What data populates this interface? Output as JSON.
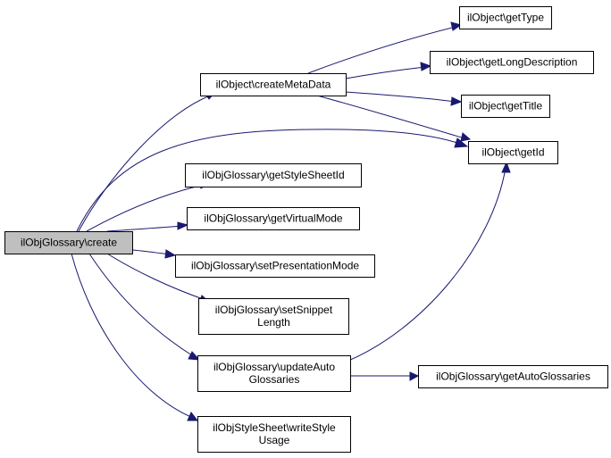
{
  "diagram": {
    "nodes": [
      {
        "id": "root",
        "lines": [
          "ilObjGlossary\\create"
        ],
        "root": true
      },
      {
        "id": "createMetaData",
        "lines": [
          "ilObject\\createMetaData"
        ]
      },
      {
        "id": "getType",
        "lines": [
          "ilObject\\getType"
        ]
      },
      {
        "id": "getLongDescription",
        "lines": [
          "ilObject\\getLongDescription"
        ]
      },
      {
        "id": "getTitle",
        "lines": [
          "ilObject\\getTitle"
        ]
      },
      {
        "id": "getId",
        "lines": [
          "ilObject\\getId"
        ]
      },
      {
        "id": "getStyleSheetId",
        "lines": [
          "ilObjGlossary\\getStyleSheetId"
        ]
      },
      {
        "id": "getVirtualMode",
        "lines": [
          "ilObjGlossary\\getVirtualMode"
        ]
      },
      {
        "id": "setPresentationMode",
        "lines": [
          "ilObjGlossary\\setPresentationMode"
        ]
      },
      {
        "id": "setSnippetLength",
        "lines": [
          "ilObjGlossary\\setSnippet",
          "Length"
        ]
      },
      {
        "id": "updateAutoGlossaries",
        "lines": [
          "ilObjGlossary\\updateAuto",
          "Glossaries"
        ]
      },
      {
        "id": "getAutoGlossaries",
        "lines": [
          "ilObjGlossary\\getAutoGlossaries"
        ]
      },
      {
        "id": "writeStyleUsage",
        "lines": [
          "ilObjStyleSheet\\writeStyle",
          "Usage"
        ]
      }
    ],
    "edges": [
      {
        "from": "root",
        "to": "createMetaData"
      },
      {
        "from": "root",
        "to": "getId"
      },
      {
        "from": "root",
        "to": "getStyleSheetId"
      },
      {
        "from": "root",
        "to": "getVirtualMode"
      },
      {
        "from": "root",
        "to": "setPresentationMode"
      },
      {
        "from": "root",
        "to": "setSnippetLength"
      },
      {
        "from": "root",
        "to": "updateAutoGlossaries"
      },
      {
        "from": "root",
        "to": "writeStyleUsage"
      },
      {
        "from": "createMetaData",
        "to": "getType"
      },
      {
        "from": "createMetaData",
        "to": "getLongDescription"
      },
      {
        "from": "createMetaData",
        "to": "getTitle"
      },
      {
        "from": "createMetaData",
        "to": "getId"
      },
      {
        "from": "updateAutoGlossaries",
        "to": "getId"
      },
      {
        "from": "updateAutoGlossaries",
        "to": "getAutoGlossaries"
      }
    ],
    "colors": {
      "edge": "#191970",
      "root_fill": "#bfbfbf",
      "node_fill": "#ffffff",
      "border": "#000000"
    }
  }
}
